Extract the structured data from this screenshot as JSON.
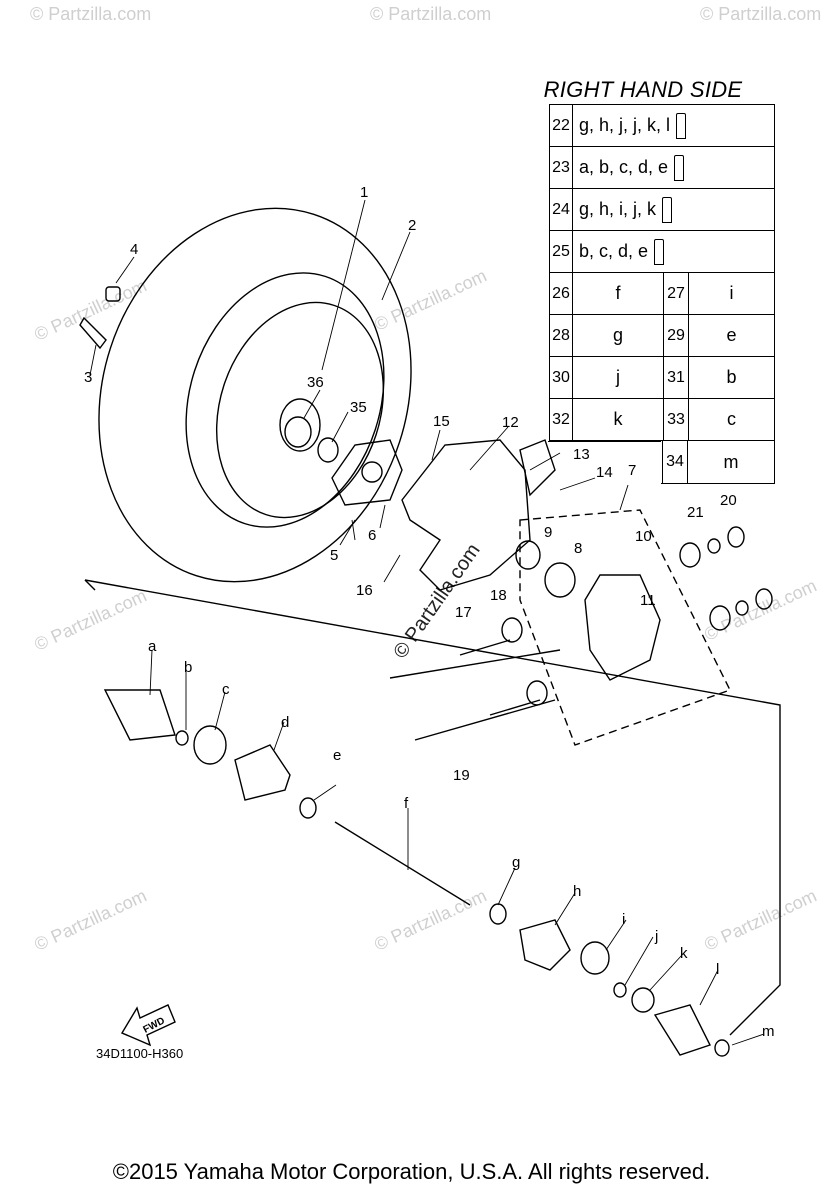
{
  "table": {
    "title": "RIGHT HAND SIDE",
    "wide_rows": [
      {
        "num": "22",
        "letters": "g, h, j, j, k, l"
      },
      {
        "num": "23",
        "letters": "a, b, c, d, e"
      },
      {
        "num": "24",
        "letters": "g, h, i, j, k"
      },
      {
        "num": "25",
        "letters": "b, c, d, e"
      }
    ],
    "pair_rows": [
      {
        "n1": "26",
        "v1": "f",
        "n2": "27",
        "v2": "i"
      },
      {
        "n1": "28",
        "v1": "g",
        "n2": "29",
        "v2": "e"
      },
      {
        "n1": "30",
        "v1": "j",
        "n2": "31",
        "v2": "b"
      },
      {
        "n1": "32",
        "v1": "k",
        "n2": "33",
        "v2": "c"
      }
    ],
    "last_row": {
      "n2": "34",
      "v2": "m"
    }
  },
  "callouts": [
    "1",
    "2",
    "3",
    "4",
    "5",
    "6",
    "7",
    "8",
    "9",
    "10",
    "11",
    "12",
    "13",
    "14",
    "15",
    "16",
    "17",
    "18",
    "19",
    "20",
    "21",
    "35",
    "36",
    "a",
    "b",
    "c",
    "d",
    "e",
    "f",
    "g",
    "h",
    "i",
    "j",
    "k",
    "l",
    "m"
  ],
  "fwd_label": "FWD",
  "diagram_code": "34D1100-H360",
  "copyright": "©2015  Yamaha Motor Corporation, U.S.A. All rights reserved.",
  "watermark": "© Partzilla.com"
}
